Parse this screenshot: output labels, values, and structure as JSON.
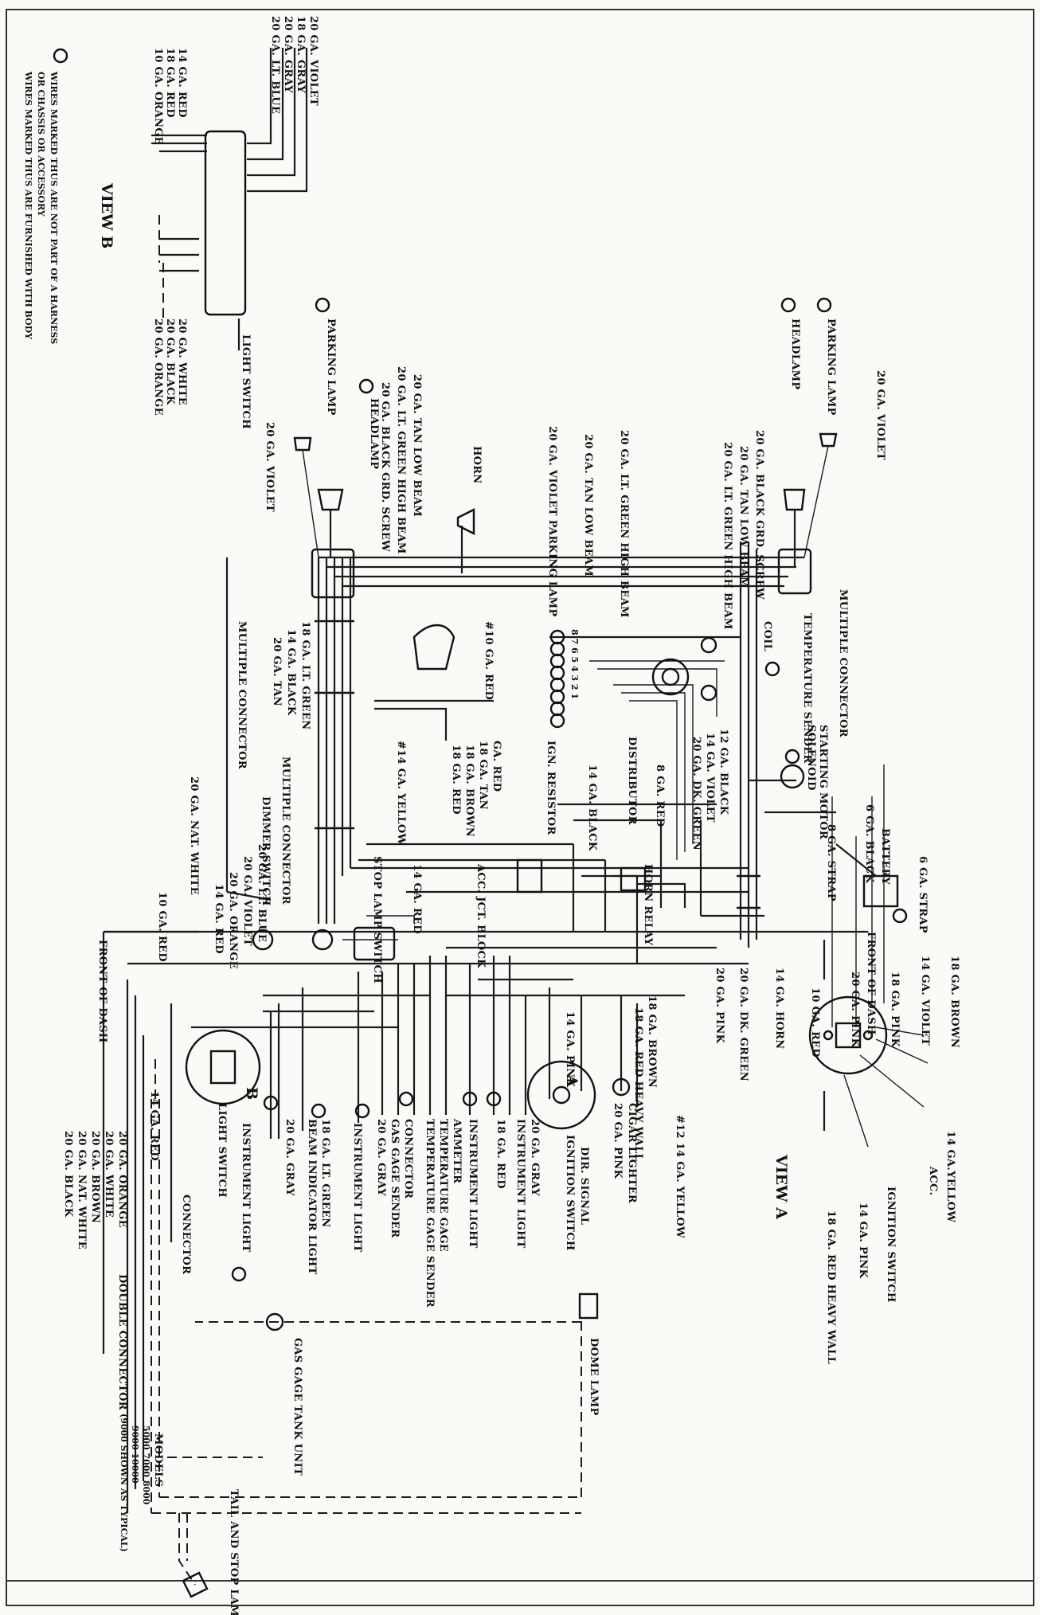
{
  "labels": {
    "view_a": "VIEW A",
    "view_b": "VIEW B",
    "legend_note_line1": "WIRES MARKED THUS ARE NOT PART OF A HARNESS",
    "legend_note_line2": "OR CHASSIS OR ACCESSORY",
    "legend_note_line3": "WIRES MARKED THUS ARE FURNISHED WITH BODY",
    "models_title": "MODELS",
    "models_line1": "5000  7000  8000",
    "models_line2": "9000  10000",
    "models_line3": "(9000 SHOWN AS TYPICAL)",
    "va_18_brown": "18 GA. BROWN",
    "va_14_violet": "14 GA. VIOLET",
    "va_18_pink": "18 GA. PINK",
    "va_20_pink": "20 GA. PINK",
    "va_10_red": "10 GA. RED",
    "va_yellow": "14 GA.YELLOW",
    "va_acc": "ACC.",
    "va_ign_switch": "IGNITION SWITCH",
    "va_14_pink": "14 GA. PINK",
    "va_18_red_hw": "18 GA. RED HEAVY WALL",
    "r_20_violet": "20 GA. VIOLET",
    "r_parking_lamp": "PARKING LAMP",
    "r_headlamp": "HEADLAMP",
    "r_gnd_screw": "20 GA. BLACK GRD. SCREW",
    "r_tan_low": "20 GA. TAN LOW BEAM",
    "r_ltgreen_high": "20 GA. LT. GREEN HIGH BEAM",
    "r_multiple_connector": "MULTIPLE CONNECTOR",
    "r_temp_sender": "TEMPERATURE SENDER",
    "r_starting_motor": "STARTING MOTOR",
    "r_solenoid": "SOLENOID",
    "r_battery": "BATTERY",
    "r_6_black": "6 GA. BLACK",
    "r_6_strap": "6 GA. STRAP",
    "r_8_strap": "8 GA. STRAP",
    "r_front_dash": "FRONT OF DASH",
    "r_coil": "COIL",
    "r_distributor": "DISTRIBUTOR",
    "r_12_black": "12 GA. BLACK",
    "r_14_violet": "14 GA. VIOLET",
    "r_20_dkgreen": "20 GA. DK. GREEN",
    "r_8_red": "8 GA. RED",
    "r_14_black": "14 GA. BLACK",
    "r_horn_relay": "HORN RELAY",
    "r_10_red_mid": "10 GA. RED",
    "r_horn": "HORN",
    "r_14_horn": "14 GA. HORN",
    "r_20_dkgreen2": "20 GA. DK. GREEN",
    "r_20_pink": "20 GA. PINK",
    "c_20_violet_parking": "20 GA. VIOLET PARKING LAMP",
    "c_tan_low": "20 GA. TAN LOW BEAM",
    "c_ltgreen_high": "20 GA. LT. GREEN HIGH BEAM",
    "c_resistor": "IGN. RESISTOR",
    "c_18_red": "18 GA. RED",
    "c_18_tan": "18 GA. TAN",
    "c_18_brown": "18 GA. BROWN",
    "c_gnd_red": "GA. RED",
    "c_14_yellow": "#14 GA. YELLOW",
    "c_10_red": "#10 GA. RED",
    "c_acc_jct": "ACC. JCT. BLOCK",
    "c_stop_lamp": "STOP LAMP SWITCH",
    "c_14_red": "14 GA. RED",
    "c_dimmer": "DIMMER SWITCH",
    "c_mult2": "MULTIPLE CONNECTOR",
    "c_14_black": "14 GA. BLACK",
    "c_14_ltgreen": "18 GA. LT. GREEN",
    "c_20_tan": "20 GA. TAN",
    "c_mult3": "MULTIPLE CONNECTOR",
    "l_parking_lamp": "PARKING LAMP",
    "l_headlamp": "HEADLAMP",
    "l_gnd_screw": "20 GA. BLACK GRD. SCREW",
    "l_tan_low": "20 GA. TAN LOW BEAM",
    "l_ltgreen_high": "20 GA. LT. GREEN HIGH BEAM",
    "l_20_violet": "20 GA. VIOLET",
    "l_light_switch": "LIGHT SWITCH",
    "vb_20_violet": "20 GA. VIOLET",
    "vb_18_gray": "18 GA. GRAY",
    "vb_20_gray": "20 GA. GRAY",
    "vb_20_ltblue": "20 GA. LT. BLUE",
    "vb_14_red": "14 GA. RED",
    "vb_18_red": "18 GA. RED",
    "vb_10_orange": "10 GA. ORANGE",
    "vb_20_white": "20 GA. WHITE",
    "vb_20_black": "20 GA. BLACK",
    "vb_20_orange": "20 GA. ORANGE",
    "p_ltblue": "20 GA. LT. BLUE",
    "p_violet": "20 GA. VIOLET",
    "p_orange": "20 GA. ORANGE",
    "p_red": "14 GA. RED",
    "p_natwhite": "20 GA. NAT. WHITE",
    "p_10red": "10 GA. RED",
    "p_front_dash": "FRONT OF DASH",
    "p_14red": "14 GA. RED",
    "p_orange2": "20 GA. ORANGE",
    "p_white": "20 GA. WHITE",
    "p_brown": "20 GA. BROWN",
    "p_natwhite2": "20 GA. NAT. WHITE",
    "p_black": "20 GA. BLACK",
    "p_double_conn": "DOUBLE CONNECTOR",
    "p_connector": "CONNECTOR",
    "p_light_switch": "LIGHT SWITCH",
    "p_instr_light": "INSTRUMENT LIGHT",
    "p_gray": "20 GA. GRAY",
    "p_beam_ind": "BEAM INDICATOR LIGHT",
    "p_ltgreen": "18 GA. LT. GREEN",
    "p_instr_light2": "INSTRUMENT LIGHT",
    "p_gray2": "20 GA. GRAY",
    "p_gas_sender": "GAS GAGE SENDER",
    "p_connector2": "CONNECTOR",
    "p_temp_gage_sender": "TEMPERATURE GAGE SENDER",
    "p_temp_gage": "TEMPERATURE GAGE",
    "p_ammeter": "AMMETER",
    "p_instr_light3": "INSTRUMENT LIGHT",
    "p_red2": "18 GA. RED",
    "p_instr_light4": "INSTRUMENT LIGHT",
    "p_gray3": "20 GA. GRAY",
    "p_ign_switch": "IGNITION SWITCH",
    "p_dir_signal": "DIR. SIGNAL",
    "p_cigar": "CIGAR LIGHTER",
    "p_20pink": "20 GA. PINK",
    "p_yellow": "#12 14 GA. YELLOW",
    "p_18_brown": "18 GA. BROWN",
    "p_18_red_hw": "18 GA. RED HEAVY WALL",
    "p_14_pink": "14 GA. PINK",
    "p_gas_tank": "GAS GAGE TANK UNIT",
    "p_dome_lamp": "DOME LAMP",
    "p_tail_stop": "TAIL AND STOP LAMP",
    "p_a": "A",
    "p_b": "B",
    "r_a": "A",
    "dist_nums": "8 7 6 5 4 3 2 1"
  },
  "colors": {
    "ink": "#111111",
    "paper": "#fbfaf7",
    "border": "#333333"
  }
}
